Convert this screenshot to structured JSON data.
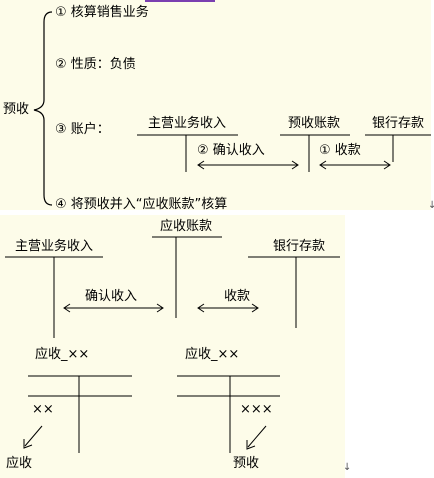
{
  "top": {
    "root_label": "预收",
    "items": [
      "① 核算销售业务",
      "② 性质：负债",
      "③ 账户：",
      "④ 将预收并入“应收账款”核算"
    ],
    "accounts": [
      "主营业务收入",
      "预收账款",
      "银行存款"
    ],
    "flows": [
      "② 确认收入",
      "① 收款"
    ]
  },
  "bottom": {
    "accounts": [
      "主营业务收入",
      "应收账款",
      "银行存款"
    ],
    "flows": [
      "确认收入",
      "收款"
    ],
    "sub_accounts": [
      "应收_××",
      "应收_××"
    ],
    "entries": [
      "××",
      "×××"
    ],
    "results": [
      "应收",
      "预收"
    ]
  },
  "paragraph_mark": "↓",
  "colors": {
    "background": "#fdfce9",
    "line": "#000000",
    "accent_line": "#7a3fb0"
  }
}
